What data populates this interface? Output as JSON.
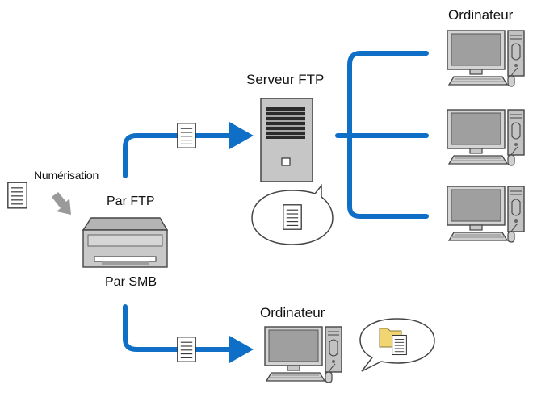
{
  "labels": {
    "computer_top": "Ordinateur",
    "ftp_server": "Serveur FTP",
    "scan": "Numérisation",
    "via_ftp": "Par FTP",
    "via_smb": "Par SMB",
    "computer_bottom": "Ordinateur"
  },
  "icons": {
    "document": "document-icon",
    "scanner": "printer-scanner-icon",
    "server": "server-tower-icon",
    "computer": "desktop-computer-icon",
    "folder": "folder-icon",
    "arrow": "arrow-right-icon"
  },
  "colors": {
    "connector": "#0f6fc6",
    "device_gray": "#b9b9b9",
    "screen": "#9f9f9f",
    "outline": "#444444",
    "folder": "#f1d572"
  }
}
